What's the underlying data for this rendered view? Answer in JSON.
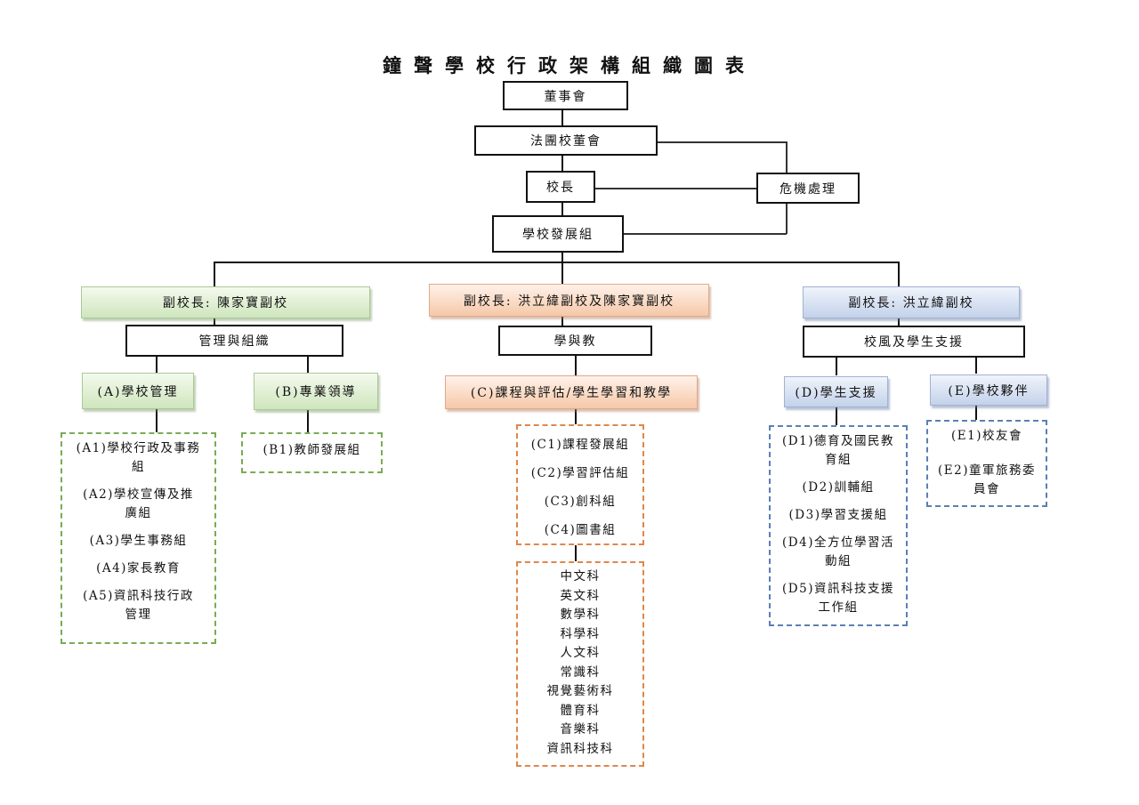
{
  "title": "鐘聲學校行政架構組織圖表",
  "top": {
    "board": "董事會",
    "incorporated_board": "法團校董會",
    "principal": "校長",
    "crisis": "危機處理",
    "development": "學校發展組"
  },
  "branches": [
    {
      "color": "green",
      "vice_principal": "副校長: 陳家寶副校",
      "domain": "管理與組織",
      "groups": [
        {
          "label": "(A)學校管理",
          "items": [
            "(A1)學校行政及事務組",
            "(A2)學校宣傳及推廣組",
            "(A3)學生事務組",
            "(A4)家長教育",
            "(A5)資訊科技行政管理"
          ]
        },
        {
          "label": "(B)專業領導",
          "items": [
            "(B1)教師發展組"
          ]
        }
      ]
    },
    {
      "color": "orange",
      "vice_principal": "副校長: 洪立緯副校及陳家寶副校",
      "domain": "學與教",
      "groups": [
        {
          "label": "(C)課程與評估/學生學習和教學",
          "items": [
            "(C1)課程發展組",
            "(C2)學習評估組",
            "(C3)創科組",
            "(C4)圖書組"
          ],
          "subjects": [
            "中文科",
            "英文科",
            "數學科",
            "科學科",
            "人文科",
            "常識科",
            "視覺藝術科",
            "體育科",
            "音樂科",
            "資訊科技科"
          ]
        }
      ]
    },
    {
      "color": "blue",
      "vice_principal": "副校長: 洪立緯副校",
      "domain": "校風及學生支援",
      "groups": [
        {
          "label": "(D)學生支援",
          "items": [
            "(D1)德育及國民教育組",
            "(D2)訓輔組",
            "(D3)學習支援組",
            "(D4)全方位學習活動組",
            "(D5)資訊科技支援工作組"
          ]
        },
        {
          "label": "(E)學校夥伴",
          "items": [
            "(E1)校友會",
            "(E2)童軍旅務委員會"
          ]
        }
      ]
    }
  ],
  "colors": {
    "green": "#cfe6bd",
    "orange": "#f6c8a8",
    "blue": "#c3d2ea",
    "green_dash": "#7aab55",
    "orange_dash": "#e0874a",
    "blue_dash": "#5b7fb5"
  }
}
